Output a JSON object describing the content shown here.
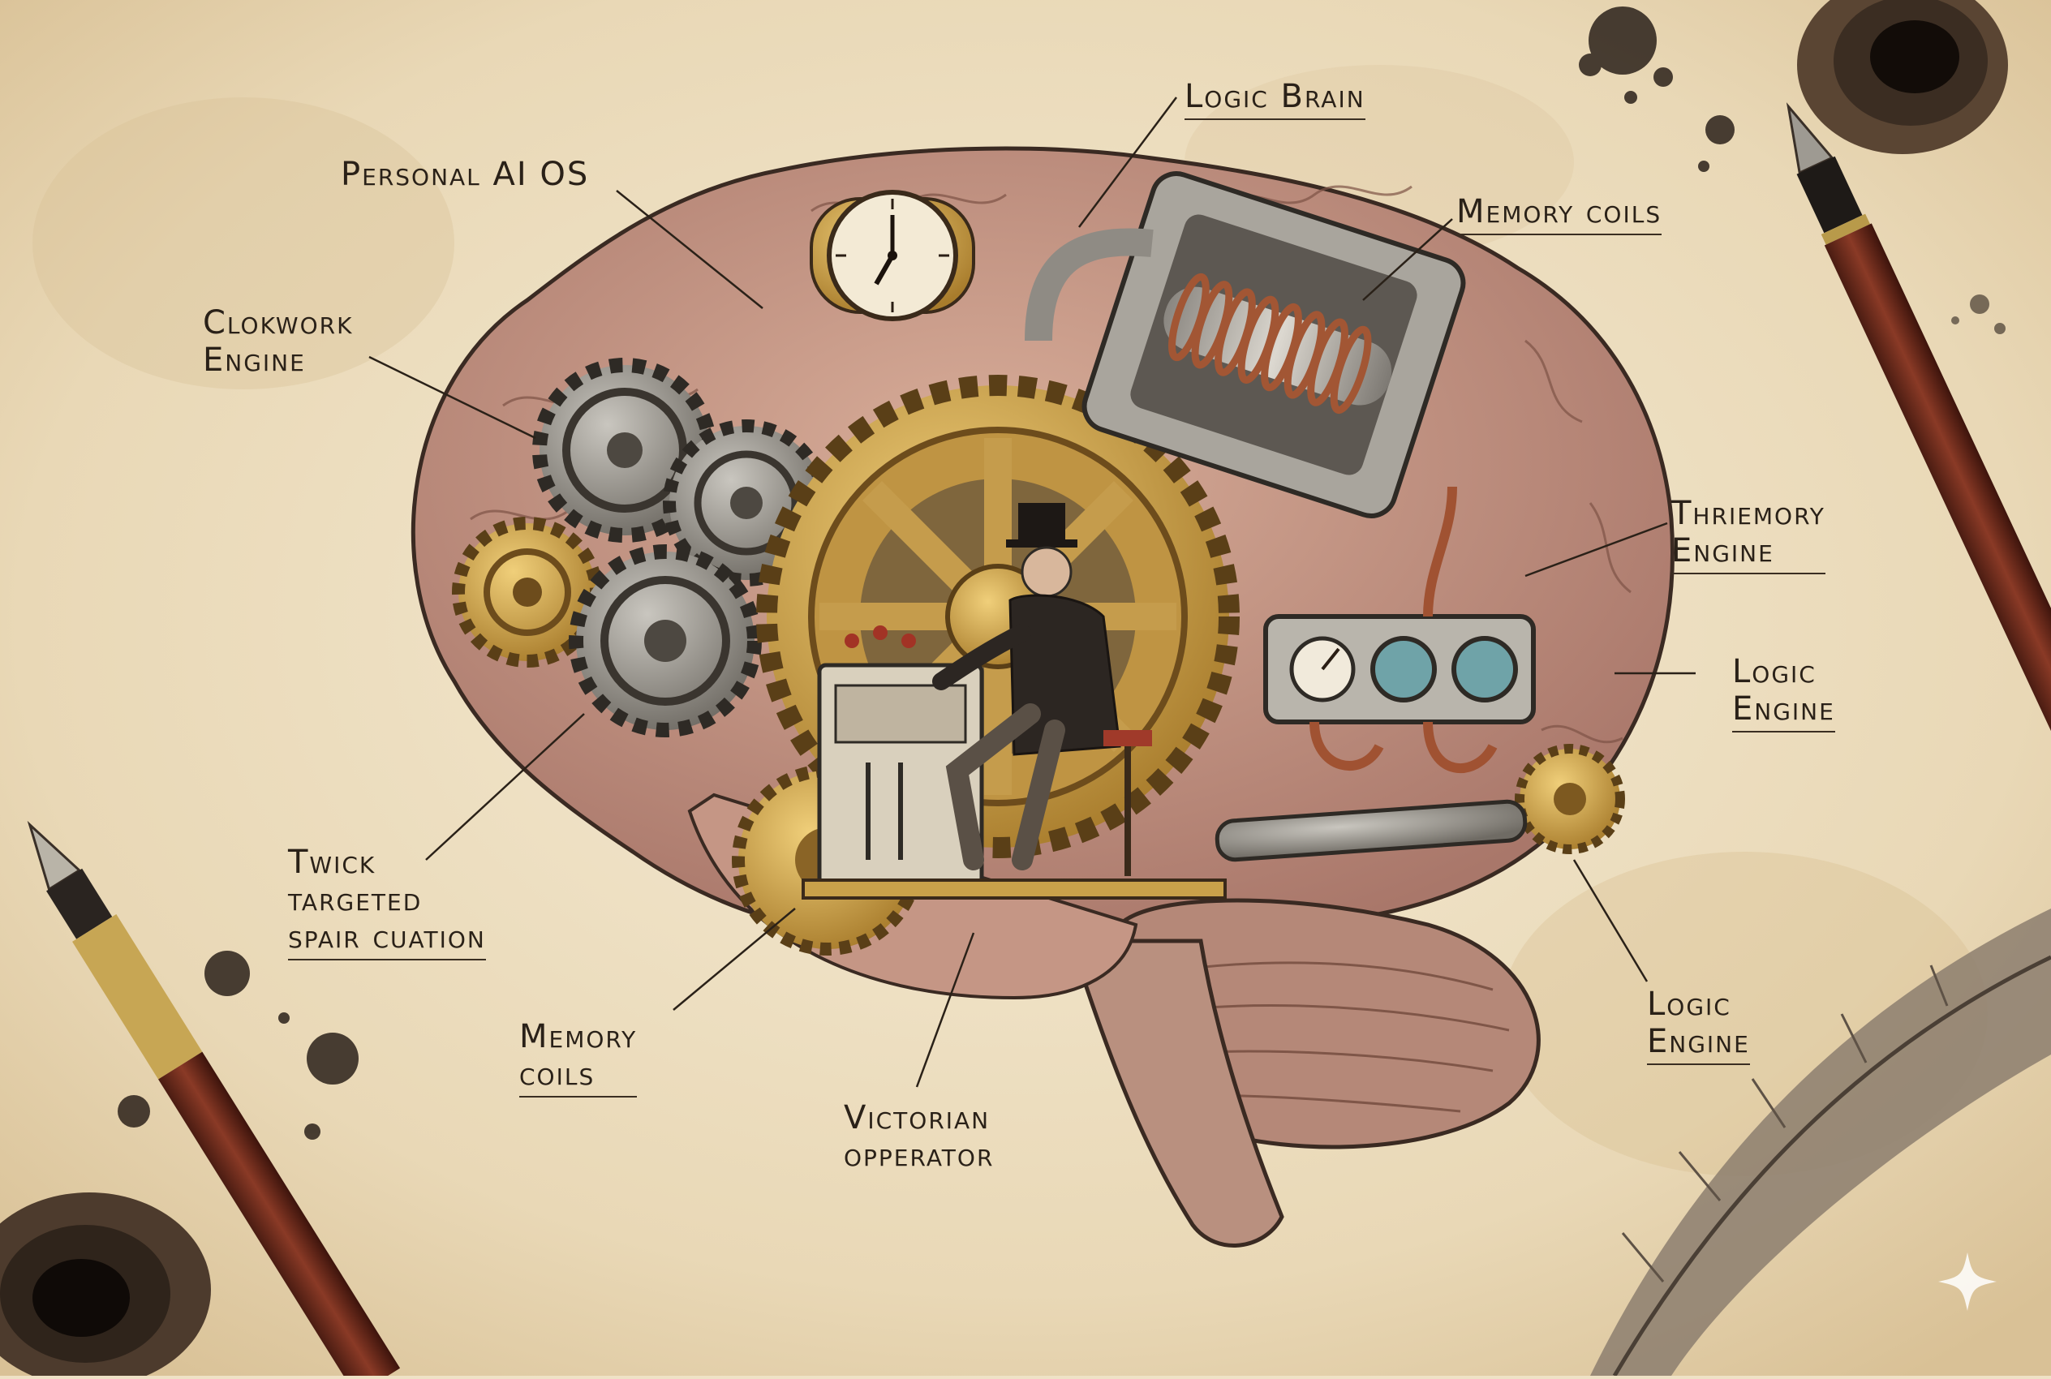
{
  "labels": {
    "logic_brain": "Logic Brain",
    "personal_ai_os": "Personal AI OS",
    "memory_coils_top": "Memory coils",
    "clokwork_line1": "Clokwork",
    "clokwork_line2": "Engine",
    "thriemory_line1": "Thriemory",
    "thriemory_line2": "Engine",
    "logic_engine_mid_line1": "Logic",
    "logic_engine_mid_line2": "Engine",
    "twick_line1": "Twick",
    "twick_line2": "targeted",
    "twick_line3": "spair cuation",
    "memory_coils_bottom_line1": "Memory",
    "memory_coils_bottom_line2": "coils",
    "logic_engine_low_line1": "Logic",
    "logic_engine_low_line2": "Engine",
    "victorian_line1": "Victorian",
    "victorian_line2": "opperator"
  },
  "icons": {
    "sparkle": "sparkle-icon",
    "clock": "clock-icon",
    "gear": "gear-icon",
    "fountain_pen": "fountain-pen-icon",
    "quill": "quill-feather-icon",
    "inkwell": "inkwell-icon"
  },
  "colors": {
    "paper": "#efe2c6",
    "brain_pink": "#c99a86",
    "brass": "#c9a14a",
    "steel": "#8d8a84",
    "copper": "#a85a3a",
    "ink": "#2a2118"
  }
}
